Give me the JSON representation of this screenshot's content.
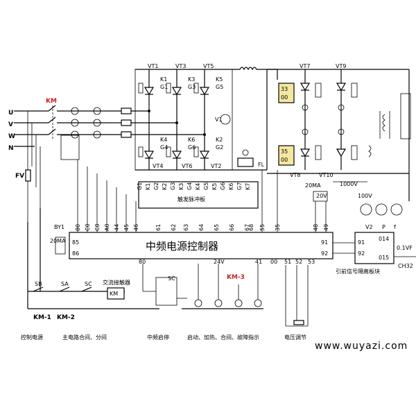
{
  "title": "中频电源控制器",
  "pulse_board": "触发脉冲板",
  "bottom_labels": {
    "ctrl_power": "控制电源",
    "main_circuit": "主电路合间、分间",
    "if_start_stop": "中频启停",
    "indicators": "启动、加热、合间、故障指示",
    "voltage_adjust": "电压调节"
  },
  "isolation_board": "引前信号隔离板块",
  "dc_contactor": "交流接触器",
  "watermark": "www.wuyazi.com",
  "phases": [
    "U",
    "V",
    "W",
    "N"
  ],
  "scr_labels": {
    "vt1": "VT1",
    "vt3": "VT3",
    "vt5": "VT5",
    "vt4": "VT4",
    "vt6": "VT6",
    "vt2": "VT2",
    "vt7": "VT7",
    "vt9": "VT9",
    "vt8": "VT8",
    "vt10": "VT10"
  },
  "gate_labels": [
    "K1",
    "G1",
    "K3",
    "G3",
    "K5",
    "G5",
    "K4",
    "G4",
    "K6",
    "G6",
    "K2",
    "G2"
  ],
  "misc": {
    "km": "KM",
    "fv": "FV",
    "by1": "BY1",
    "v1": "V1",
    "fl": "FL",
    "v_1000": "1000V",
    "v_100": "100V",
    "v_20": "20V",
    "ma_20": "20MA",
    "cap": "0.1VF",
    "ch": "CH32",
    "km1": "KM-1",
    "km2": "KM-2",
    "km3": "KM-3",
    "km_coil": "KM",
    "sb": "SB",
    "sa": "SA",
    "sc": "SC",
    "v24": "24V",
    "v2": "V2",
    "p": "P",
    "f": "f"
  },
  "pins_top": [
    "80",
    "C0",
    "C0",
    "A0",
    "44",
    "45",
    "46",
    "61",
    "62",
    "63",
    "64",
    "65",
    "66",
    "67",
    "68",
    "55",
    "35",
    "48",
    "49"
  ],
  "pins_left": [
    "85",
    "86"
  ],
  "pins_bottom": [
    "80",
    "24V",
    "41",
    "00",
    "51",
    "52",
    "53"
  ],
  "pins_right": [
    "91",
    "92"
  ],
  "iso_pins": [
    "91",
    "92",
    "014",
    "015"
  ],
  "pulse_pins": [
    "G1",
    "K1",
    "G2",
    "K2",
    "G3",
    "K3",
    "G4",
    "K4",
    "G5",
    "K5",
    "G6",
    "K6",
    "G7",
    "K7"
  ]
}
